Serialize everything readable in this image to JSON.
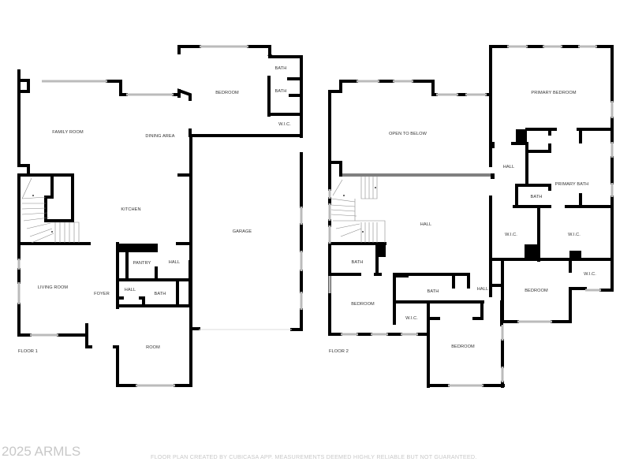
{
  "floor1": {
    "label": "FLOOR 1",
    "rooms": {
      "family_room": "FAMILY ROOM",
      "dining_area": "DINING AREA",
      "bedroom": "BEDROOM",
      "bath_1": "BATH",
      "bath_2": "BATH",
      "wic": "W.I.C.",
      "kitchen": "KITCHEN",
      "garage": "GARAGE",
      "pantry": "PANTRY",
      "hall_1": "HALL",
      "living_room": "LIVING ROOM",
      "foyer": "FOYER",
      "hall_2": "HALL",
      "bath_3": "BATH",
      "room": "ROOM"
    }
  },
  "floor2": {
    "label": "FLOOR 2",
    "rooms": {
      "open_to_below": "OPEN TO BELOW",
      "primary_bedroom": "PRIMARY BEDROOM",
      "hall_1": "HALL",
      "primary_bath": "PRIMARY BATH",
      "bath_1": "BATH",
      "hall_2": "HALL",
      "wic_1": "W.I.C.",
      "wic_2": "W.I.C.",
      "bath_2": "BATH",
      "wic_3": "W.I.C.",
      "bedroom_1": "BEDROOM",
      "bath_3": "BATH",
      "hall_3": "HALL",
      "bedroom_2": "BEDROOM",
      "wic_4": "W.I.C.",
      "bedroom_3": "BEDROOM"
    }
  },
  "footer": {
    "copyright": "2025 ARMLS",
    "disclaimer": "FLOOR PLAN CREATED BY CUBICASA APP. MEASUREMENTS DEEMED HIGHLY RELIABLE BUT NOT GUARANTEED."
  },
  "colors": {
    "wall": "#000000",
    "window": "#bbbbbb",
    "label": "#333333",
    "watermark": "#c8c8c8"
  }
}
